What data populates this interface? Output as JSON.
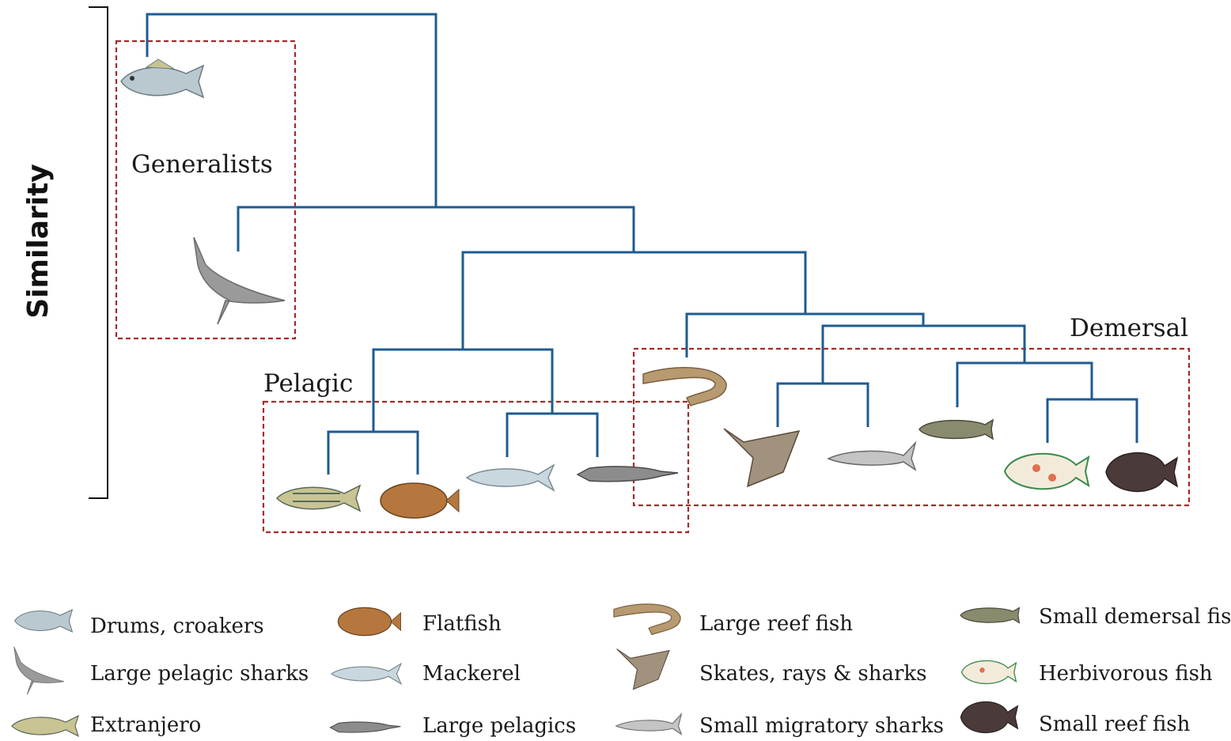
{
  "axis": {
    "title": "Similarity"
  },
  "groups": {
    "generalists": "Generalists",
    "pelagic": "Pelagic",
    "demersal": "Demersal"
  },
  "legend": [
    {
      "label": "Drums, croakers",
      "icon": "drum-fish-icon",
      "color": "#b9c9cf"
    },
    {
      "label": "Large pelagic sharks",
      "icon": "shark-icon",
      "color": "#9a9a9a"
    },
    {
      "label": "Extranjero",
      "icon": "striped-fish-icon",
      "color": "#c8c493"
    },
    {
      "label": "Flatfish",
      "icon": "flatfish-icon",
      "color": "#b5773d"
    },
    {
      "label": "Mackerel",
      "icon": "mackerel-icon",
      "color": "#c8d8de"
    },
    {
      "label": "Large pelagics",
      "icon": "needlefish-icon",
      "color": "#8c8c8c"
    },
    {
      "label": "Large reef fish",
      "icon": "eel-icon",
      "color": "#b89a70"
    },
    {
      "label": "Skates, rays & sharks",
      "icon": "ray-icon",
      "color": "#a0927c"
    },
    {
      "label": "Small migratory sharks",
      "icon": "small-shark-icon",
      "color": "#b0b0b0"
    },
    {
      "label": "Small demersal fish",
      "icon": "goby-icon",
      "color": "#8a8a6e"
    },
    {
      "label": "Herbivorous fish",
      "icon": "parrotfish-icon",
      "color": "#e8ddc8"
    },
    {
      "label": "Small reef fish",
      "icon": "damselfish-icon",
      "color": "#4a3a3a"
    }
  ],
  "colors": {
    "tree": "#1f5b92",
    "group_box": "#a52a2a"
  }
}
